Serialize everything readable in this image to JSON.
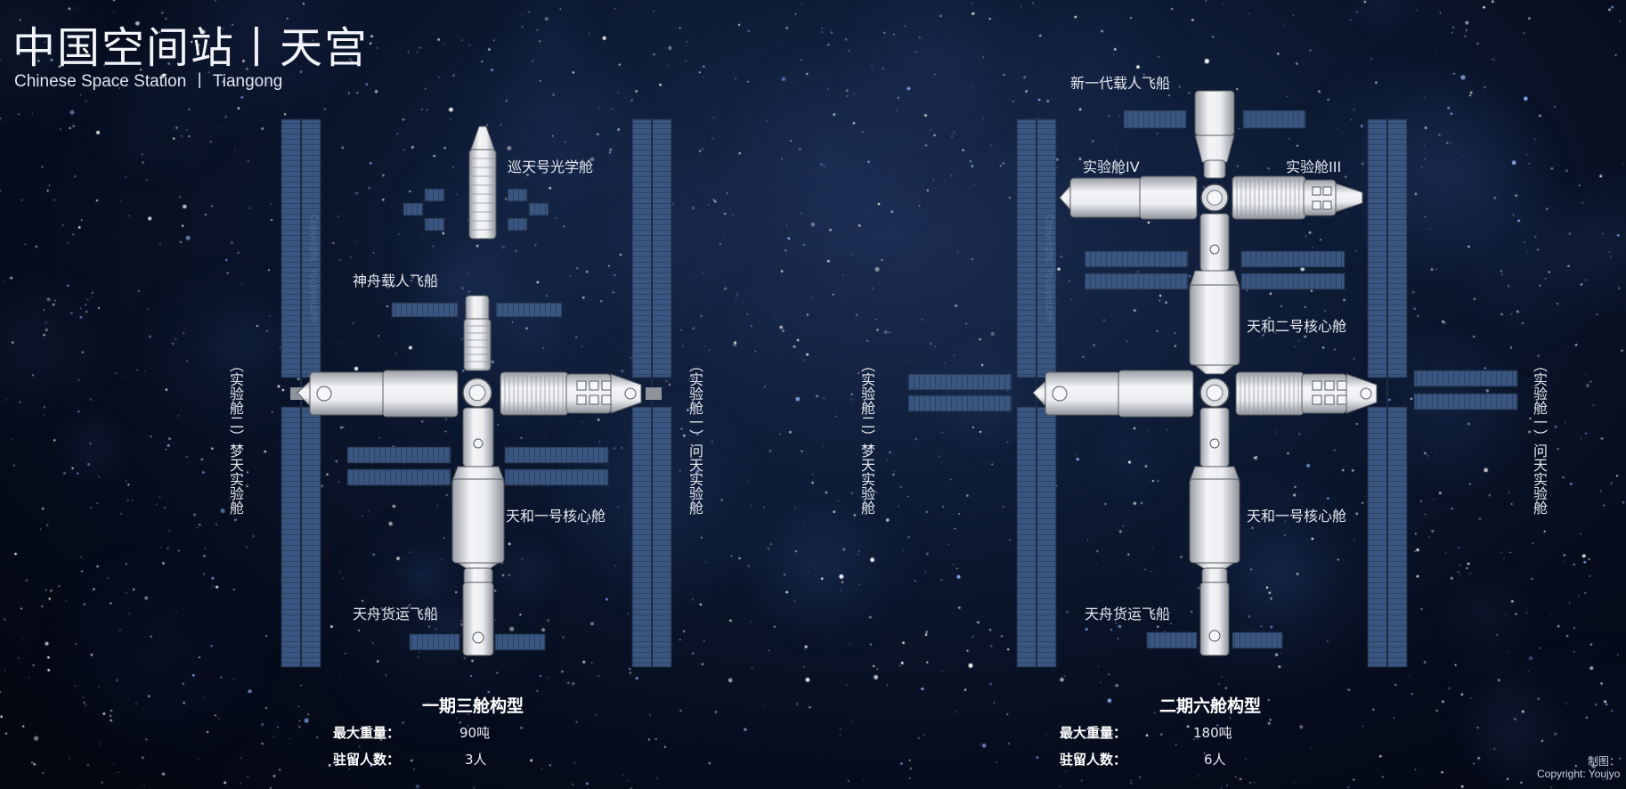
{
  "header": {
    "title": "中国空间站丨天宫",
    "subtitle": "Chinese Space Station  丨  Tiangong"
  },
  "phase1": {
    "labels": {
      "xuntian": "巡天号光学舱",
      "shenzhou": "神舟载人飞船",
      "mengtian": "（实验舱二）梦天实验舱",
      "wentian": "（实验舱一）问天实验舱",
      "tianhe1": "天和一号核心舱",
      "tianzhou": "天舟货运飞船"
    },
    "config_title": "一期三舱构型",
    "stats": [
      {
        "key": "最大重量：",
        "value": "90吨"
      },
      {
        "key": "驻留人数：",
        "value": "3人"
      }
    ],
    "watermark": "Copyright: Youjiyouzhi"
  },
  "phase2": {
    "labels": {
      "new_crew": "新一代载人飞船",
      "lab4": "实验舱IV",
      "lab3": "实验舱III",
      "tianhe2": "天和二号核心舱",
      "mengtian": "（实验舱二）梦天实验舱",
      "wentian": "（实验舱一）问天实验舱",
      "tianhe1": "天和一号核心舱",
      "tianzhou": "天舟货运飞船"
    },
    "config_title": "二期六舱构型",
    "stats": [
      {
        "key": "最大重量：",
        "value": "180吨"
      },
      {
        "key": "驻留人数：",
        "value": "6人"
      }
    ],
    "watermark": "Copyright: Youjiyouzhi"
  },
  "footer": {
    "author": "制图：",
    "copyright": "Copyright: Youjyo"
  },
  "colors": {
    "background": "#060c1c",
    "panel": "#3a5680",
    "module": "#e9ebee",
    "text": "#e8ecf4"
  }
}
